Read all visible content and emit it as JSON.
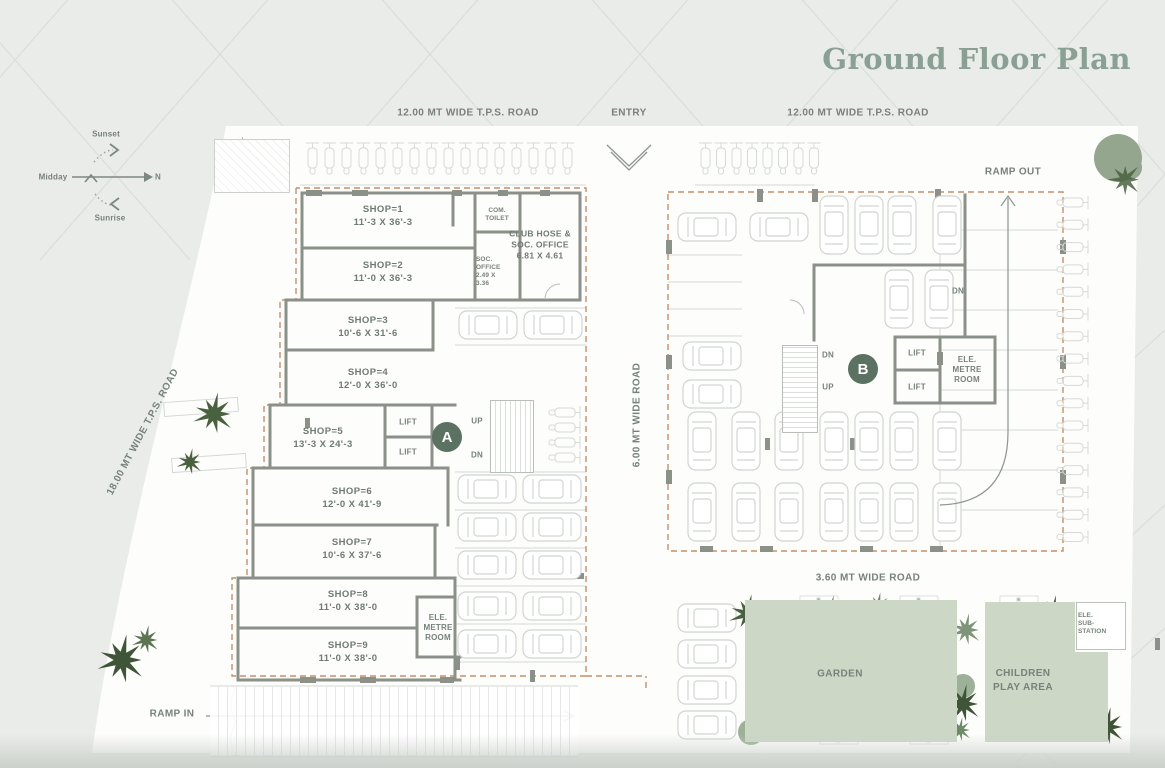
{
  "title": "Ground Floor Plan",
  "compass": {
    "sunset": "Sunset",
    "midday": "Midday",
    "sunrise": "Sunrise",
    "north": "N"
  },
  "roads": {
    "top_left": "12.00 MT WIDE T.P.S. ROAD",
    "entry": "ENTRY",
    "top_right": "12.00 MT WIDE T.P.S. ROAD",
    "left": "18.00 MT WIDE T.P.S. ROAD",
    "middle": "6.00 MT WIDE ROAD",
    "bottom": "3.60 MT WIDE ROAD",
    "ramp_in": "RAMP IN",
    "ramp_out": "RAMP OUT"
  },
  "buildingA": {
    "badge": "A",
    "shops": [
      {
        "name": "SHOP=1",
        "dim": "11'-3 X 36'-3"
      },
      {
        "name": "SHOP=2",
        "dim": "11'-0 X 36'-3"
      },
      {
        "name": "SHOP=3",
        "dim": "10'-6 X 31'-6"
      },
      {
        "name": "SHOP=4",
        "dim": "12'-0 X 36'-0"
      },
      {
        "name": "SHOP=5",
        "dim": "13'-3 X 24'-3"
      },
      {
        "name": "SHOP=6",
        "dim": "12'-0 X 41'-9"
      },
      {
        "name": "SHOP=7",
        "dim": "10'-6 X 37'-6"
      },
      {
        "name": "SHOP=8",
        "dim": "11'-0 X 38'-0"
      },
      {
        "name": "SHOP=9",
        "dim": "11'-0 X 38'-0"
      }
    ],
    "club_name": "CLUB HOSE & SOC. OFFICE",
    "club_dim": "6.81 X 4.61",
    "com_toilet": "COM. TOILET",
    "soc_office": "SOC. OFFICE 2.49 X 3.36",
    "ele_metre_room": "ELE. METRE ROOM"
  },
  "buildingB": {
    "badge": "B",
    "ele_metre_room": "ELE. METRE ROOM"
  },
  "labels": {
    "lift": "LIFT",
    "up": "UP",
    "dn": "DN"
  },
  "areas": {
    "garden": "GARDEN",
    "children_play": "CHILDREN PLAY AREA",
    "substation": "ELE. SUB-STATION"
  },
  "colors": {
    "background": "#e9ece8",
    "site": "#fdfdfc",
    "wall": "#8b9088",
    "boundary_dashed": "#c4906a",
    "badge": "#5b7161",
    "garden": "#ccd7c6",
    "tree_dark": "#49603f",
    "tree_light": "#94a78e",
    "text": "#76827a",
    "title": "#8aa094"
  }
}
